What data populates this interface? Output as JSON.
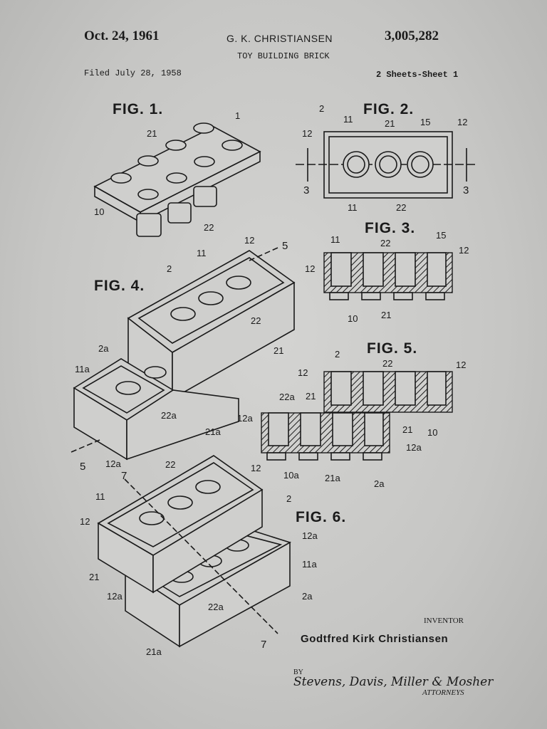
{
  "header": {
    "date": "Oct. 24, 1961",
    "inventor_short": "G. K. CHRISTIANSEN",
    "patent_number": "3,005,282",
    "title": "TOY BUILDING BRICK",
    "filed": "Filed July 28, 1958",
    "sheets": "2 Sheets-Sheet 1"
  },
  "figures": {
    "fig1": {
      "label": "FIG. 1.",
      "numerals": [
        "1",
        "21",
        "10",
        "22"
      ]
    },
    "fig2": {
      "label": "FIG. 2.",
      "numerals": [
        "2",
        "11",
        "21",
        "15",
        "12",
        "12",
        "3",
        "3",
        "11",
        "22"
      ]
    },
    "fig3": {
      "label": "FIG. 3.",
      "numerals": [
        "11",
        "22",
        "15",
        "12",
        "12",
        "10",
        "21"
      ]
    },
    "fig4": {
      "label": "FIG. 4.",
      "numerals": [
        "11",
        "12",
        "5",
        "2",
        "22",
        "21",
        "2a",
        "11a",
        "22a",
        "21a",
        "12a",
        "5"
      ]
    },
    "fig5": {
      "label": "FIG. 5.",
      "numerals": [
        "2",
        "22",
        "12",
        "12",
        "21",
        "22a",
        "12a",
        "21",
        "10",
        "12a",
        "10a",
        "21a",
        "2a"
      ]
    },
    "fig6": {
      "label": "FIG. 6.",
      "numerals": [
        "22",
        "12",
        "7",
        "11",
        "2",
        "12",
        "12a",
        "11a",
        "21",
        "12a",
        "22a",
        "2a",
        "21a",
        "7"
      ]
    }
  },
  "footer": {
    "inventor_label": "INVENTOR",
    "inventor_name": "Godtfred Kirk Christiansen",
    "by": "BY",
    "attorneys_signature": "Stevens, Davis, Miller & Mosher",
    "attorneys_label": "ATTORNEYS"
  }
}
